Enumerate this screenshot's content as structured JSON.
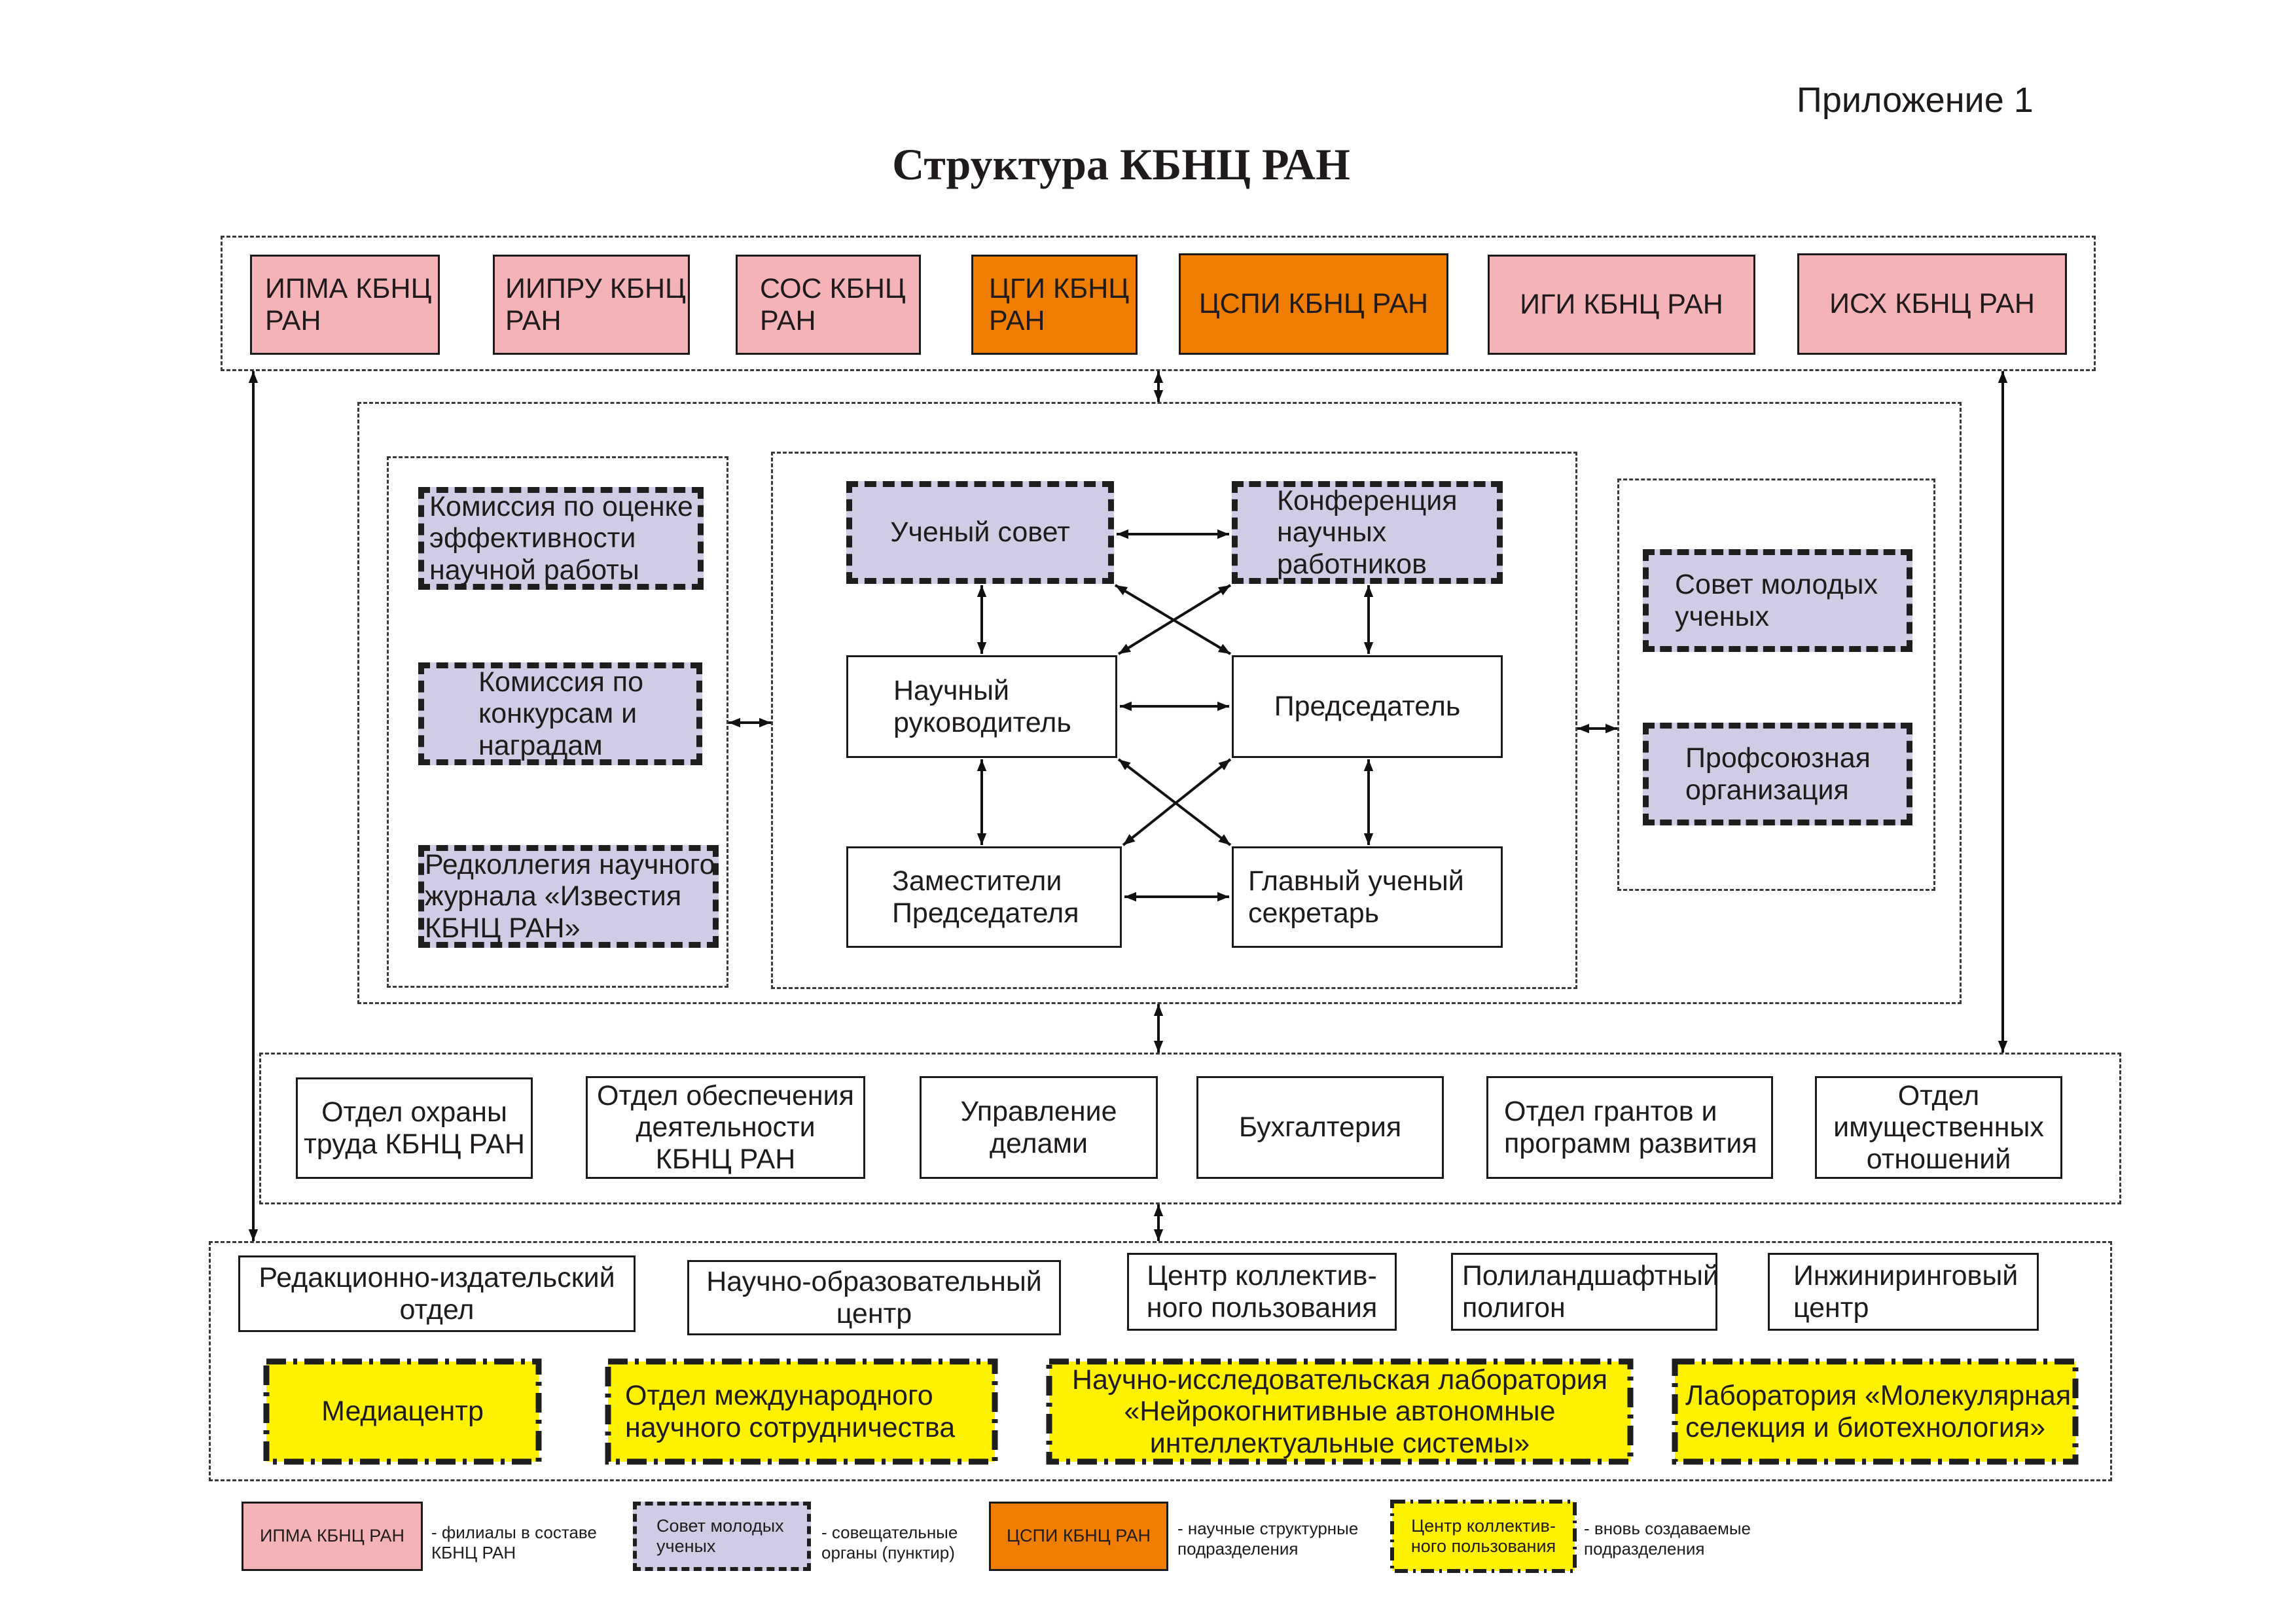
{
  "header": {
    "appendix": "Приложение 1",
    "title": "Структура КБНЦ РАН"
  },
  "colors": {
    "branch": "#f4b3b6",
    "scientific_unit": "#ef7d00",
    "advisory_body": "#d0cce6",
    "new_unit": "#fff200"
  },
  "branches": [
    "ИПМА КБНЦ\nРАН",
    "ИИПРУ КБНЦ\nРАН",
    "СОС КБНЦ\nРАН",
    "ЦГИ КБНЦ\nРАН",
    "ЦСПИ КБНЦ РАН",
    "ИГИ КБНЦ РАН",
    "ИСХ КБНЦ РАН"
  ],
  "commissions": [
    "Комиссия по оценке\nэффективности\nнаучной работы",
    "Комиссия по\nконкурсам и\nнаградам",
    "Редколлегия научного\nжурнала «Известия\nКБНЦ РАН»"
  ],
  "governance": {
    "academic_council": "Ученый совет",
    "conference": "Конференция\nнаучных\nработников",
    "scientific_director": "Научный\nруководитель",
    "chairman": "Председатель",
    "deputies": "Заместители\nПредседателя",
    "chief_secretary": "Главный ученый\nсекретарь"
  },
  "public_bodies": [
    "Совет молодых\nученых",
    "Профсоюзная\nорганизация"
  ],
  "departments": [
    "Отдел охраны\nтруда КБНЦ РАН",
    "Отдел обеспечения\nдеятельности\nКБНЦ РАН",
    "Управление\nделами",
    "Бухгалтерия",
    "Отдел грантов и\nпрограмм развития",
    "Отдел\nимущественных\nотношений"
  ],
  "units": [
    "Редакционно-издательский\nотдел",
    "Научно-образовательный\nцентр",
    "Центр коллектив-\nного пользования",
    "Полиландшафтный\nполигон",
    "Инжиниринговый\nцентр"
  ],
  "new_units": [
    "Медиацентр",
    "Отдел международного\nнаучного сотрудничества",
    "Научно-исследовательская лаборатория\n«Нейрокогнитивные автономные\nинтеллектуальные системы»",
    "Лаборатория «Молекулярная\nселекция и биотехнология»"
  ],
  "legend": [
    {
      "sample": "ИПМА КБНЦ РАН",
      "text": "- филиалы в составе\nКБНЦ РАН"
    },
    {
      "sample": "Совет молодых\nученых",
      "text": "- совещательные\nорганы (пунктир)"
    },
    {
      "sample": "ЦСПИ КБНЦ РАН",
      "text": "- научные структурные\nподразделения"
    },
    {
      "sample": "Центр коллектив-\nного пользования",
      "text": "- вновь создаваемые\nподразделения"
    }
  ]
}
